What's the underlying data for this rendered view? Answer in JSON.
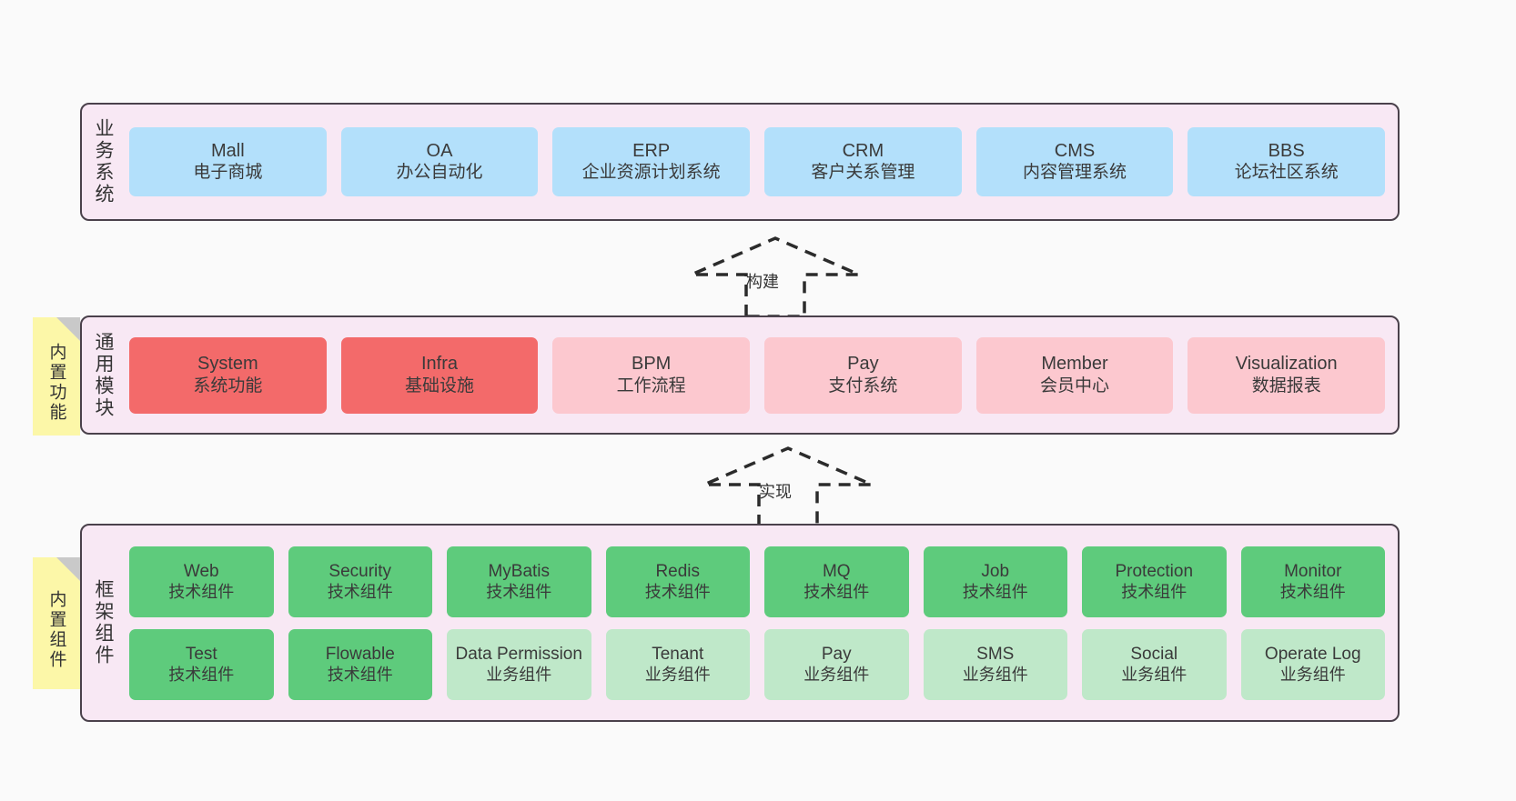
{
  "layers": {
    "business": {
      "title": "业务系统",
      "cards": [
        {
          "en": "Mall",
          "cn": "电子商城"
        },
        {
          "en": "OA",
          "cn": "办公自动化"
        },
        {
          "en": "ERP",
          "cn": "企业资源计划系统"
        },
        {
          "en": "CRM",
          "cn": "客户关系管理"
        },
        {
          "en": "CMS",
          "cn": "内容管理系统"
        },
        {
          "en": "BBS",
          "cn": "论坛社区系统"
        }
      ]
    },
    "modules": {
      "title": "通用模块",
      "cards": [
        {
          "en": "System",
          "cn": "系统功能"
        },
        {
          "en": "Infra",
          "cn": "基础设施"
        },
        {
          "en": "BPM",
          "cn": "工作流程"
        },
        {
          "en": "Pay",
          "cn": "支付系统"
        },
        {
          "en": "Member",
          "cn": "会员中心"
        },
        {
          "en": "Visualization",
          "cn": "数据报表"
        }
      ]
    },
    "framework": {
      "title": "框架组件",
      "row1": [
        {
          "en": "Web",
          "cn": "技术组件"
        },
        {
          "en": "Security",
          "cn": "技术组件"
        },
        {
          "en": "MyBatis",
          "cn": "技术组件"
        },
        {
          "en": "Redis",
          "cn": "技术组件"
        },
        {
          "en": "MQ",
          "cn": "技术组件"
        },
        {
          "en": "Job",
          "cn": "技术组件"
        },
        {
          "en": "Protection",
          "cn": "技术组件"
        },
        {
          "en": "Monitor",
          "cn": "技术组件"
        }
      ],
      "row2": [
        {
          "en": "Test",
          "cn": "技术组件"
        },
        {
          "en": "Flowable",
          "cn": "技术组件"
        },
        {
          "en": "Data Permission",
          "cn": "业务组件"
        },
        {
          "en": "Tenant",
          "cn": "业务组件"
        },
        {
          "en": "Pay",
          "cn": "业务组件"
        },
        {
          "en": "SMS",
          "cn": "业务组件"
        },
        {
          "en": "Social",
          "cn": "业务组件"
        },
        {
          "en": "Operate Log",
          "cn": "业务组件"
        }
      ]
    }
  },
  "notes": {
    "features": "内置功能",
    "components": "内置组件"
  },
  "arrows": {
    "build": "构建",
    "implement": "实现"
  },
  "colors": {
    "panel_bg": "#f8e8f4",
    "panel_border": "#4a414b",
    "business_card": "#b3e0fb",
    "module_active": "#f36a6a",
    "module_planned": "#fcc8cf",
    "framework_tech": "#5ecb7c",
    "framework_business": "#bfe8c9",
    "note_bg": "#fcf7a8",
    "note_fold": "#c9c9c9",
    "canvas_bg": "#fafafa"
  }
}
